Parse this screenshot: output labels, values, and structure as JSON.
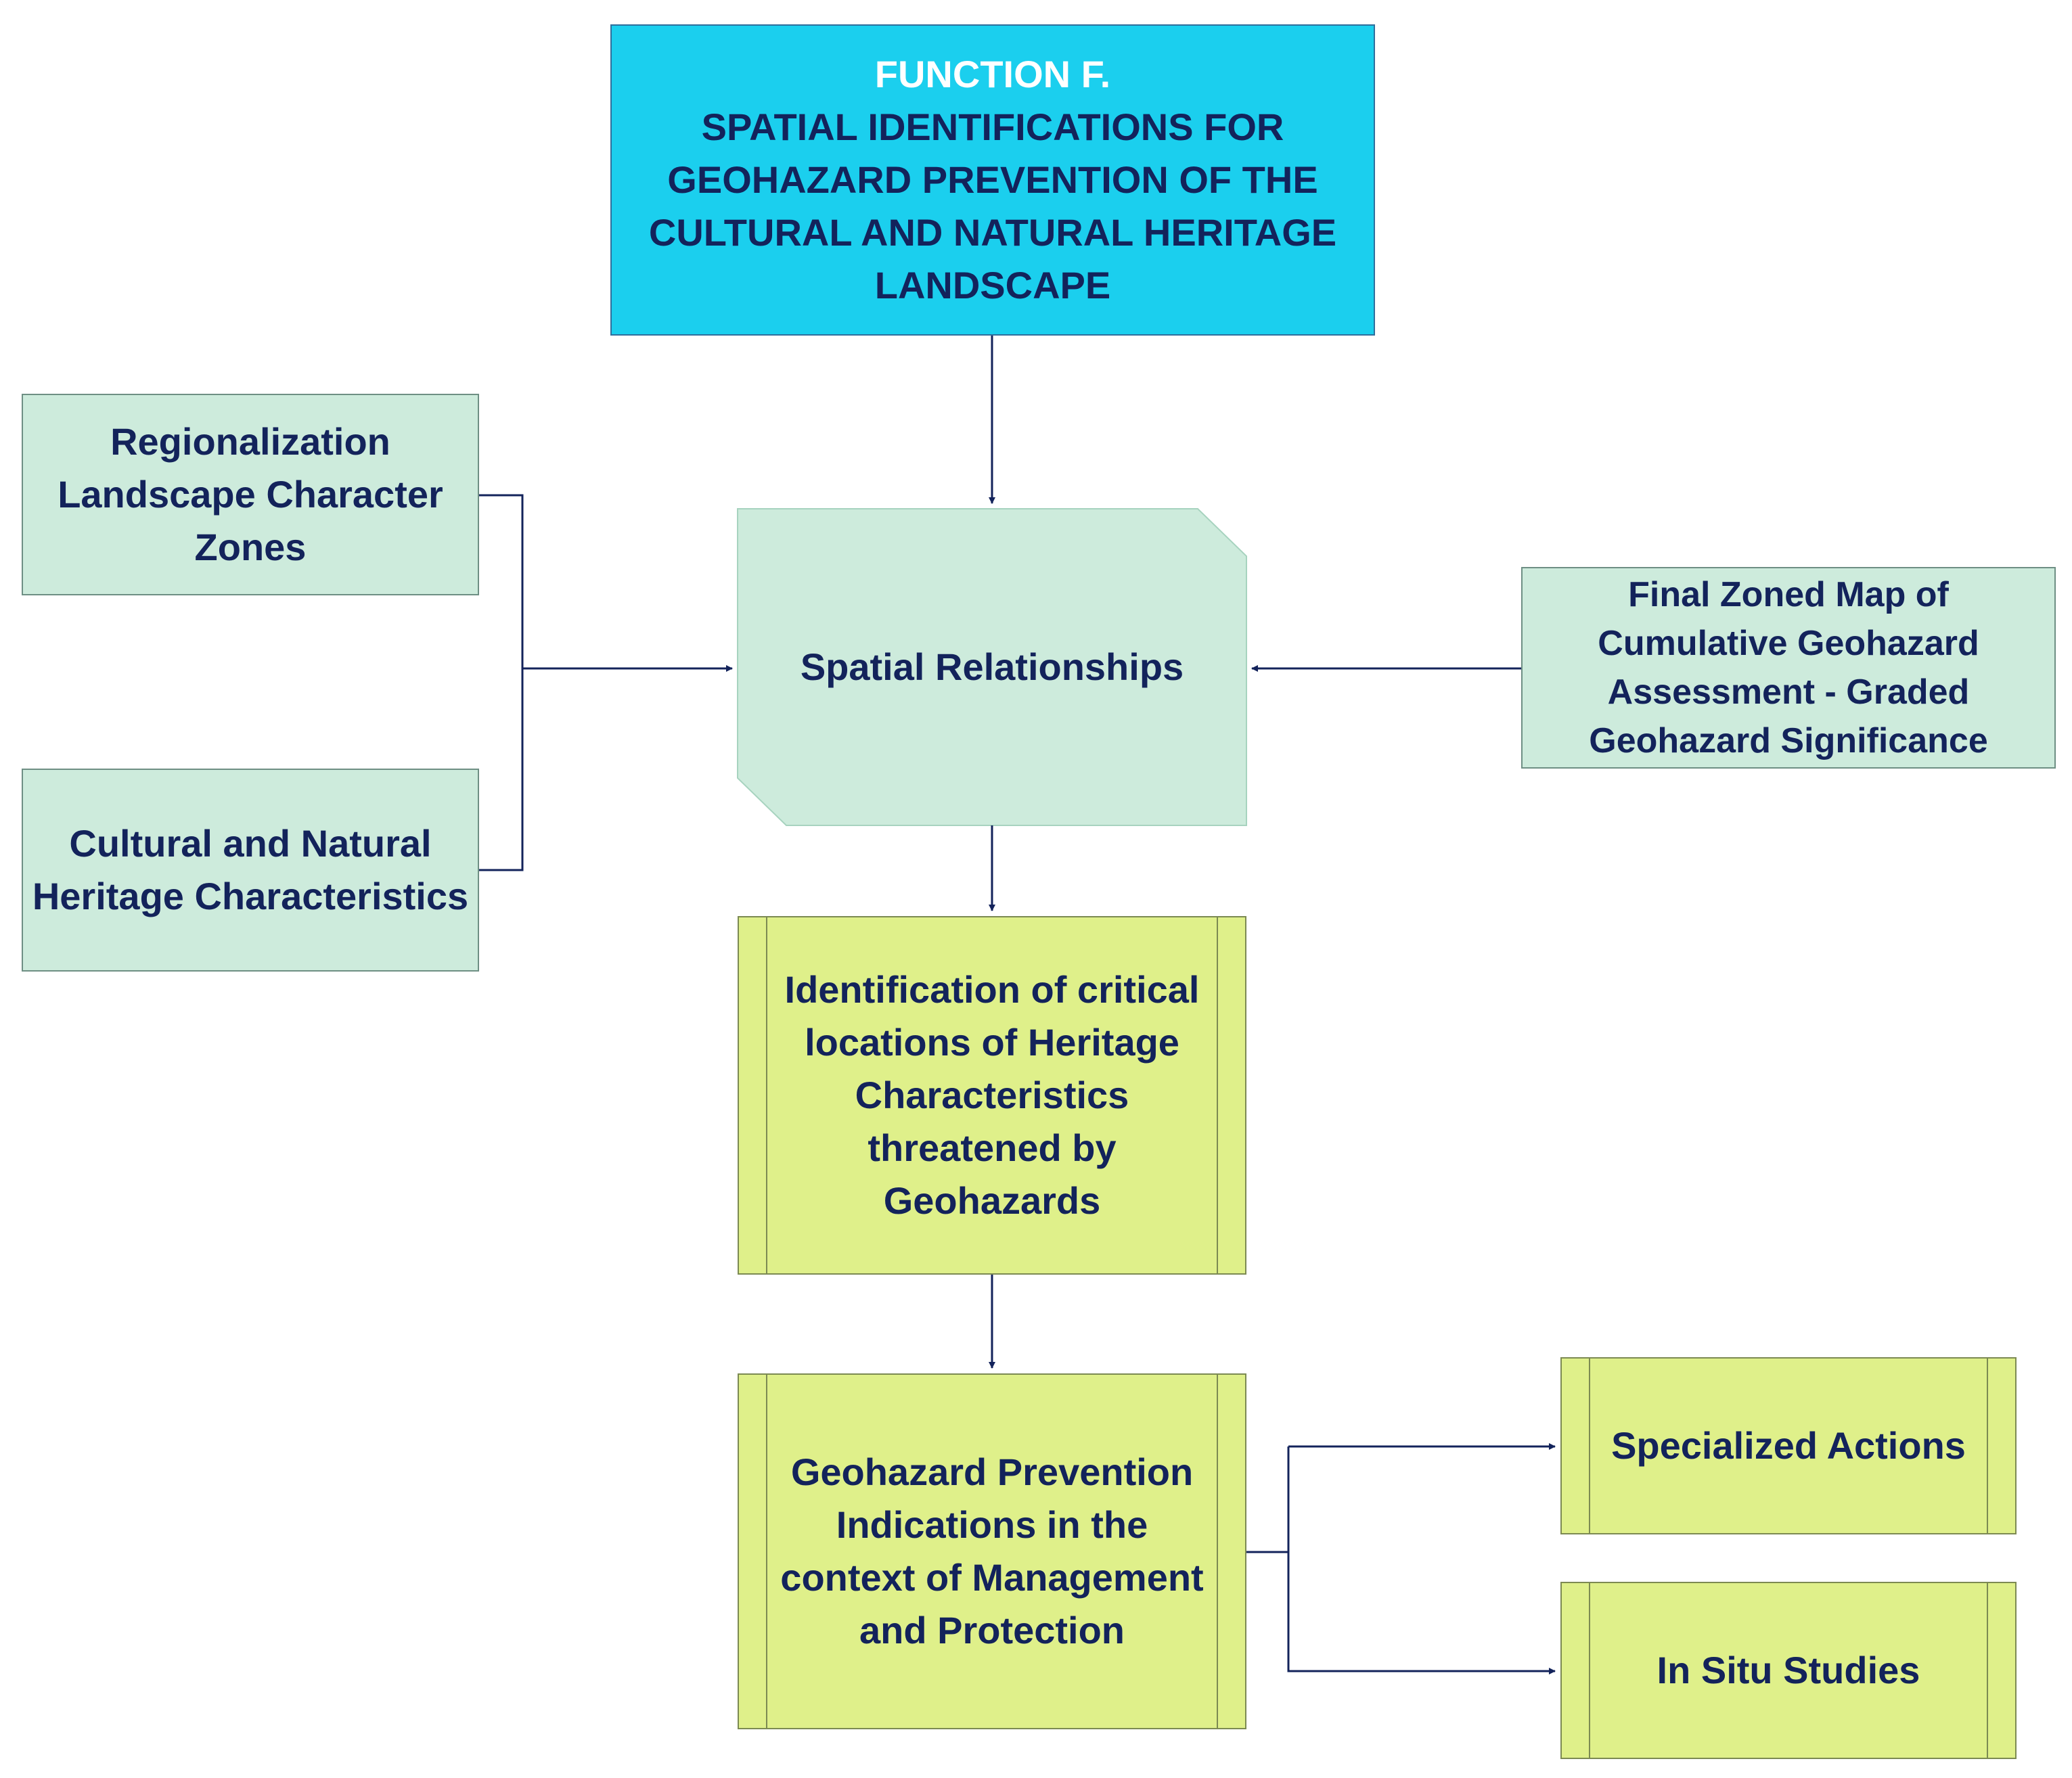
{
  "colors": {
    "title_fill": "#1bcfee",
    "input_fill": "#cdebdc",
    "process_fill": "#dff08a",
    "text": "#13235b",
    "connector": "#13235b"
  },
  "title": {
    "line1": "FUNCTION F.",
    "rest": "SPATIAL IDENTIFICATIONS FOR\nGEOHAZARD PREVENTION OF THE\nCULTURAL AND NATURAL HERITAGE\nLANDSCAPE"
  },
  "inputs": {
    "regionalization": "Regionalization\nLandscape Character\nZones",
    "heritage_characteristics": "Cultural and Natural\nHeritage Characteristics",
    "final_zoned_map": "Final Zoned Map of\nCumulative Geohazard\nAssessment - Graded\nGeohazard Significance"
  },
  "center": {
    "spatial_relationships": "Spatial Relationships"
  },
  "process": {
    "identification": "Identification of critical\nlocations of Heritage\nCharacteristics\nthreatened by\nGeohazards",
    "prevention": "Geohazard Prevention\nIndications in the\ncontext of Management\nand Protection"
  },
  "outputs": {
    "specialized_actions": "Specialized Actions",
    "in_situ_studies": "In Situ Studies"
  }
}
